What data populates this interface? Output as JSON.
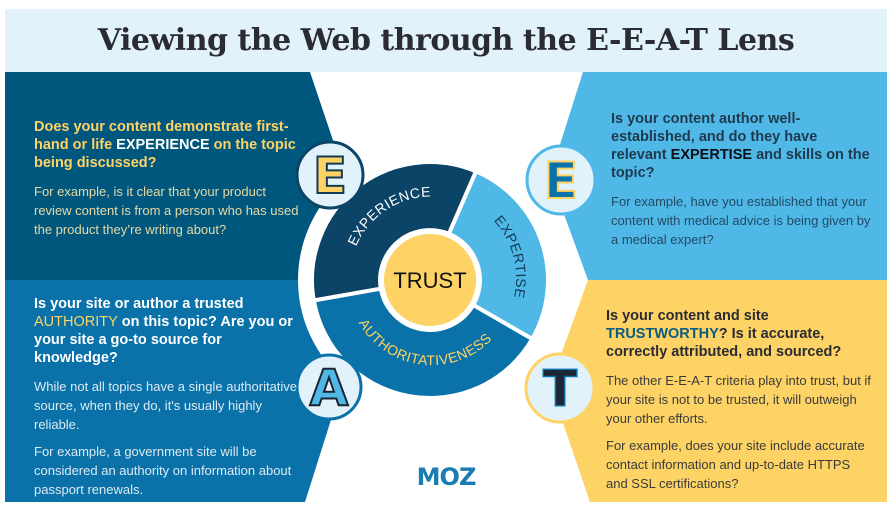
{
  "title": "Viewing the Web through the E-E-A-T Lens",
  "colors": {
    "title_band": "#E1F2FA",
    "experience_navy": "#00577E",
    "expertise_lightblue": "#4FB8E7",
    "authority_blue": "#0A72A8",
    "trust_yellow": "#FDD365",
    "circle_fill": "#E1F2FA",
    "dark_text": "#2a2b33"
  },
  "wheel": {
    "center_label": "TRUST",
    "segments": [
      {
        "label": "EXPERIENCE",
        "color": "#0B4466"
      },
      {
        "label": "EXPERTISE",
        "color": "#4FB8E7"
      },
      {
        "label": "AUTHORITATIVENESS",
        "color": "#0A72A8"
      }
    ]
  },
  "panels": {
    "experience": {
      "letter": "E",
      "question_pre": "Does your content demonstrate first-hand or life ",
      "question_highlight": "EXPERIENCE",
      "question_post": " on the topic being discussed?",
      "paragraphs": [
        "For example, is it clear that your product review content is from a person who has used the product they’re writing about?"
      ]
    },
    "expertise": {
      "letter": "E",
      "question_pre": "Is your content author well-established, and do they have relevant ",
      "question_highlight": "EXPERTISE",
      "question_post": " and skills on the topic?",
      "paragraphs": [
        "For example, have you established that your content with medical advice is being given by a medical expert?"
      ]
    },
    "authority": {
      "letter": "A",
      "question_pre": "Is your site or author a trusted ",
      "question_highlight": "AUTHORITY",
      "question_post": " on this topic? Are you or your site a go-to source for knowledge?",
      "paragraphs": [
        "While not all topics have a single authoritative source, when they do, it's usually highly reliable.",
        "For example, a government site will be considered an authority on information about passport renewals."
      ]
    },
    "trust": {
      "letter": "T",
      "question_pre": " Is your content and site ",
      "question_highlight": "TRUSTWORTHY",
      "question_post": "? Is it accurate, correctly attributed, and sourced?",
      "paragraphs": [
        "The other E-E-A-T criteria play into trust, but if your site is not to be trusted, it will outweigh your other efforts.",
        "For example, does your site include accurate contact information and up-to-date HTTPS and SSL certifications?"
      ]
    }
  },
  "logo": {
    "text": "MOZ",
    "color": "#1B7CB3"
  }
}
